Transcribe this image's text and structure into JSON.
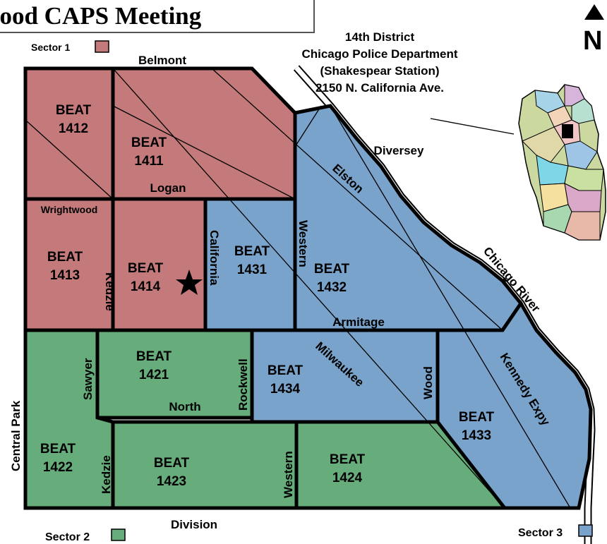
{
  "title": "hood CAPS Meeting",
  "station": {
    "line1": "14th District",
    "line2": "Chicago Police Department",
    "line3": "(Shakespear Station)",
    "line4": "2150 N. California Ave."
  },
  "north_label": "N",
  "sectors": {
    "sector1": {
      "label": "Sector 1",
      "color": "#c47a7a"
    },
    "sector2": {
      "label": "Sector 2",
      "color": "#67ad7b"
    },
    "sector3": {
      "label": "Sector 3",
      "color": "#7aa3cb"
    }
  },
  "beats": {
    "b1412": {
      "word": "BEAT",
      "num": "1412"
    },
    "b1411": {
      "word": "BEAT",
      "num": "1411"
    },
    "b1413": {
      "word": "BEAT",
      "num": "1413"
    },
    "b1414": {
      "word": "BEAT",
      "num": "1414"
    },
    "b1431": {
      "word": "BEAT",
      "num": "1431"
    },
    "b1432": {
      "word": "BEAT",
      "num": "1432"
    },
    "b1421": {
      "word": "BEAT",
      "num": "1421"
    },
    "b1434": {
      "word": "BEAT",
      "num": "1434"
    },
    "b1433": {
      "word": "BEAT",
      "num": "1433"
    },
    "b1422": {
      "word": "BEAT",
      "num": "1422"
    },
    "b1423": {
      "word": "BEAT",
      "num": "1423"
    },
    "b1424": {
      "word": "BEAT",
      "num": "1424"
    }
  },
  "streets": {
    "belmont": "Belmont",
    "diversey": "Diversey",
    "logan": "Logan",
    "wrightwood": "Wrightwood",
    "california": "California",
    "western_north": "Western",
    "kedzie_north": "Kedzie",
    "armitage": "Armitage",
    "elston": "Elston",
    "chicago_river": "Chicago River",
    "milwaukee": "Milwaukee",
    "kennedy": "Kennedy Expy",
    "sawyer": "Sawyer",
    "rockwell": "Rockwell",
    "north": "North",
    "wood": "Wood",
    "central_park": "Central Park",
    "kedzie_south": "Kedzie",
    "western_south": "Western",
    "division": "Division"
  }
}
